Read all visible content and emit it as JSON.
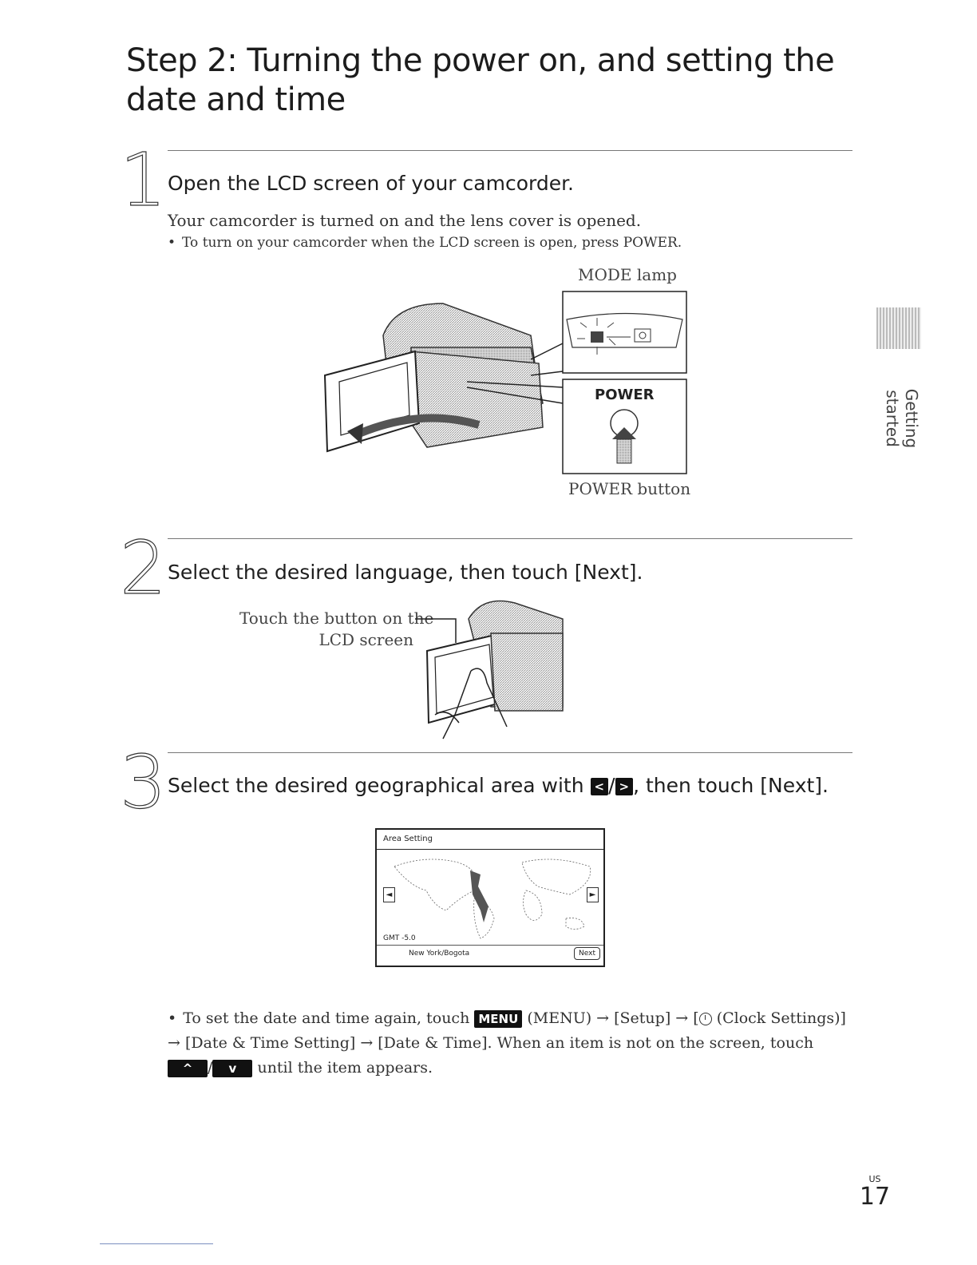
{
  "page_title": "Step 2: Turning the power on, and setting the date and time",
  "steps": [
    {
      "number": "1",
      "heading": "Open the LCD screen of your camcorder.",
      "body": "Your camcorder is turned on and the lens cover is opened.",
      "bullet": "To turn on your camcorder when the LCD screen is open, press POWER.",
      "callout_top": "MODE lamp",
      "callout_power": "POWER",
      "callout_bottom": "POWER button"
    },
    {
      "number": "2",
      "heading": "Select the desired language, then touch [Next].",
      "callout_line1": "Touch the button on the",
      "callout_line2": "LCD screen"
    },
    {
      "number": "3",
      "heading_before": "Select the desired geographical area with",
      "heading_sep": "/",
      "heading_after": ", then touch [Next].",
      "btn_left": "<",
      "btn_right": ">",
      "screen": {
        "header": "Area Setting",
        "gmt": "GMT  -5.0",
        "city": "New York/Bogota",
        "next": "Next",
        "left_arrow": "◄",
        "right_arrow": "►"
      }
    }
  ],
  "note": {
    "part1": "To set the date and time again, touch",
    "menu_key": "MENU",
    "part2": "(MENU) → [Setup] → [",
    "part3": " (Clock Settings)] → [Date & Time Setting] → [Date & Time]. When an item is not on the screen, touch",
    "up_key": "^",
    "slash": "/",
    "down_key": "v",
    "part4": "until the item appears."
  },
  "side_tab": "Getting started",
  "page_number": {
    "region": "US",
    "number": "17"
  }
}
